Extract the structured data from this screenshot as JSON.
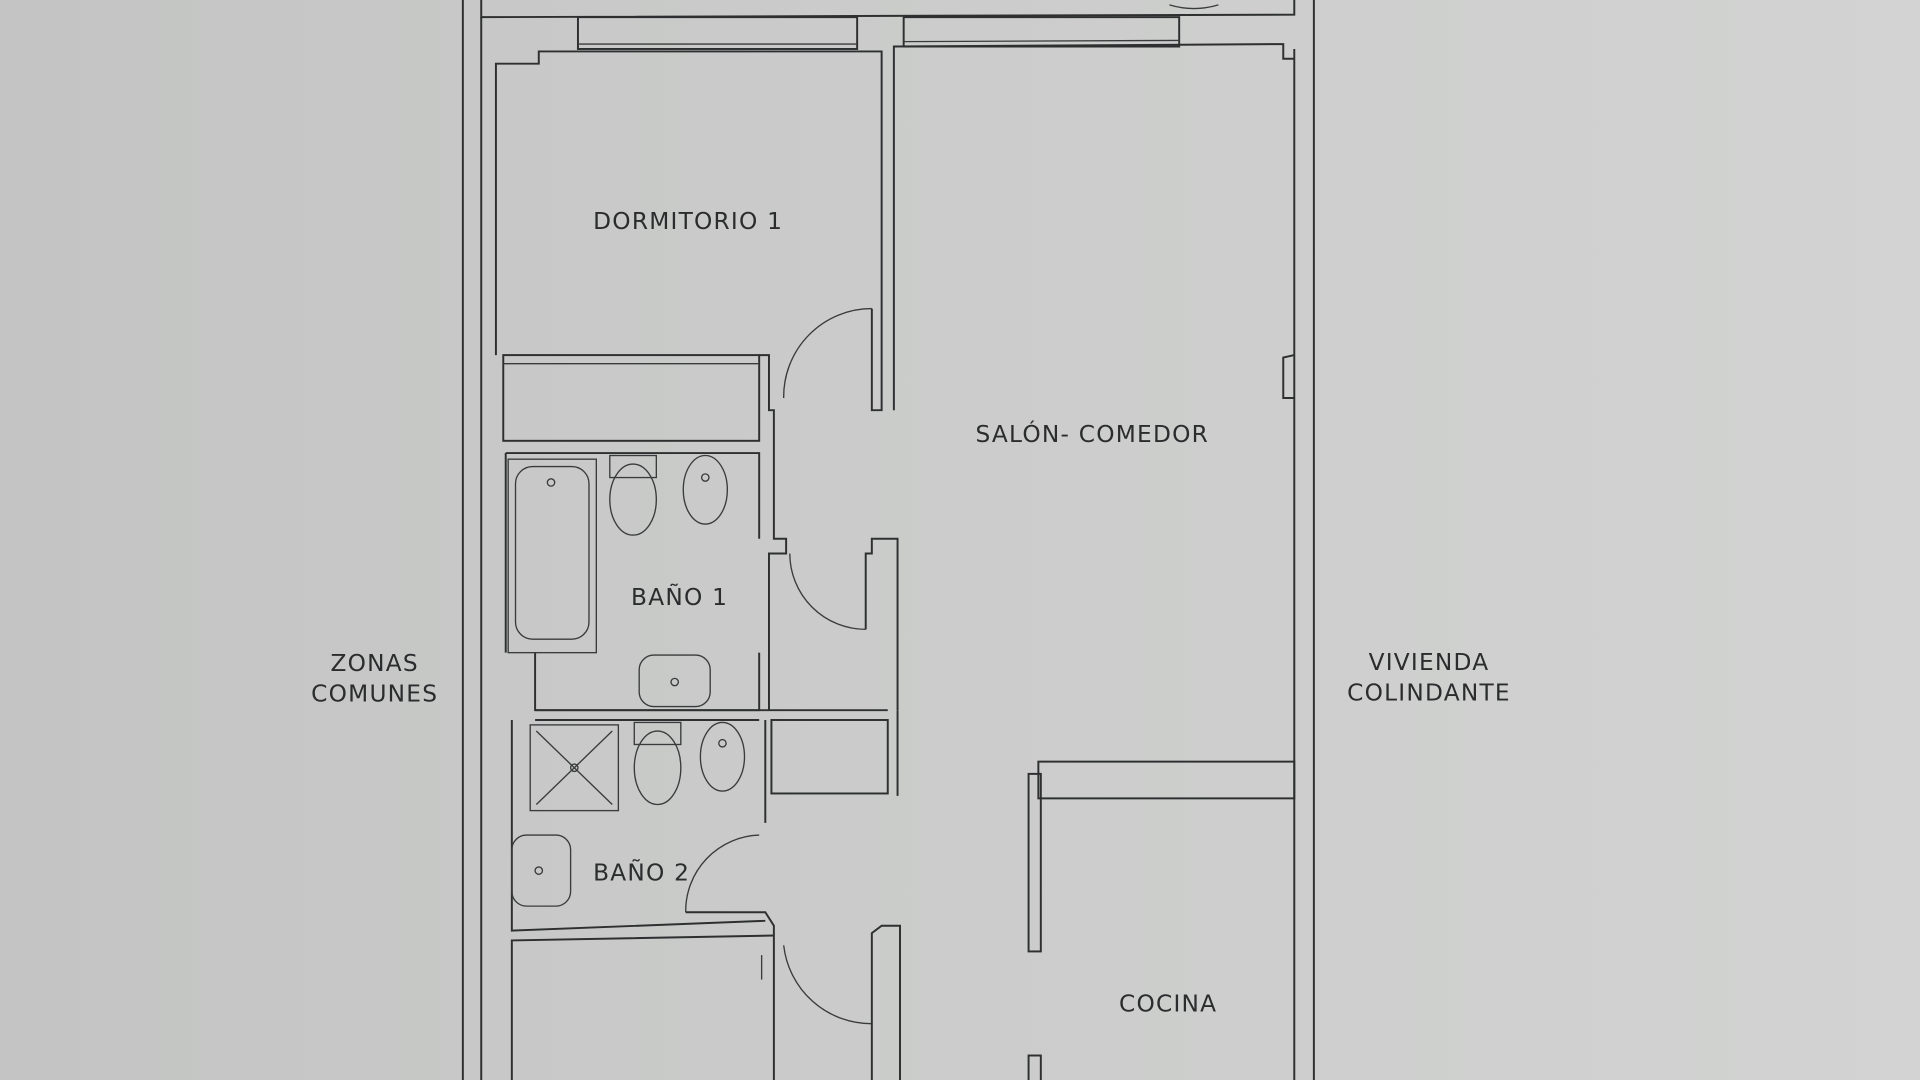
{
  "plan": {
    "rooms": {
      "dormitorio_1": "DORMITORIO 1",
      "salon_comedor": "SALÓN- COMEDOR",
      "bano_1": "BAÑO 1",
      "bano_2": "BAÑO 2",
      "cocina": "COCINA"
    },
    "outside": {
      "left_line1": "ZONAS",
      "left_line2": "COMUNES",
      "right_line1": "VIVIENDA",
      "right_line2": "COLINDANTE"
    }
  },
  "colors": {
    "paper": "#c8c9c8",
    "ink": "#2e2f30"
  }
}
